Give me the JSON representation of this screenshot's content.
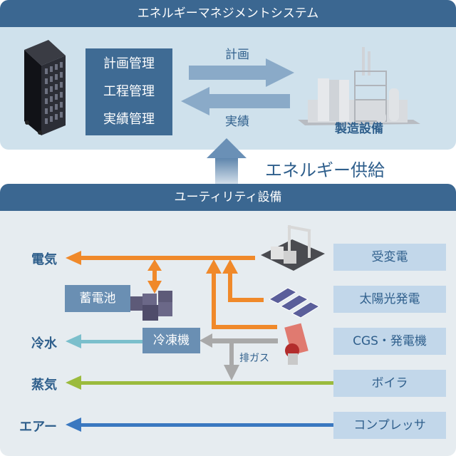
{
  "ems": {
    "title": "エネルギーマネジメントシステム",
    "modules": [
      "計画管理",
      "工程管理",
      "実績管理"
    ],
    "arrow_plan_label": "計画",
    "arrow_result_label": "実績",
    "factory_label": "製造設備"
  },
  "supply": {
    "label": "エネルギー供給"
  },
  "utility": {
    "title": "ユーティリティ設備",
    "outputs": [
      "電気",
      "冷水",
      "蒸気",
      "エアー"
    ],
    "sources": [
      "受変電",
      "太陽光発電",
      "CGS・発電機",
      "ボイラ",
      "コンプレッサ"
    ],
    "battery_label": "蓄電池",
    "chiller_label": "冷凍機",
    "exhaust_label": "排ガス"
  },
  "colors": {
    "header": "#3b6791",
    "electricity": "#f0892a",
    "chilled_water": "#7bbfcc",
    "steam": "#9bbb3d",
    "air": "#3a78c0",
    "exhaust": "#a9a9a9",
    "ems_arrow": "#8aaac8"
  }
}
